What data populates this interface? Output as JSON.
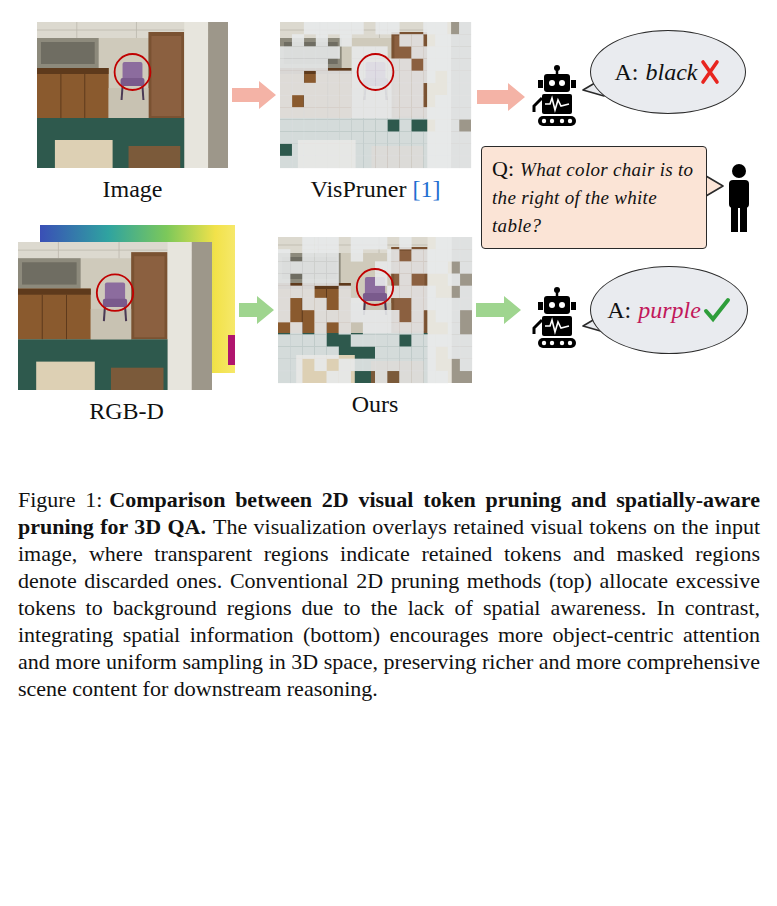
{
  "diagram": {
    "caption": "Comparison between 2D visual token pruning and spatially-aware pruning for 3D QA.",
    "nodes": [
      {
        "text": [
          "Image"
        ]
      },
      {
        "text": [
          "VisPruner",
          "[1]"
        ]
      },
      {
        "text": [
          "A:",
          "black"
        ]
      },
      {
        "text": [
          "Q:",
          "What color chair is to the right of the white table?"
        ]
      },
      {
        "text": [
          "RGB-D"
        ]
      },
      {
        "text": [
          "Ours"
        ]
      },
      {
        "text": [
          "A:",
          "purple"
        ]
      }
    ],
    "edges": [
      {
        "from": 0,
        "to": 1,
        "arrow": "to"
      },
      {
        "from": 4,
        "to": 5,
        "arrow": "to"
      }
    ],
    "labels": [
      "Figure 1:",
      "The visualization overlays retained visual tokens on the input image, where transparent regions indicate retained tokens and masked regions denote discarded ones. Conventional 2D pruning methods (top) allocate excessive tokens to background regions due to the lack of spatial awareness. In contrast, integrating spatial information (bottom) encourages more object-centric attention and more uniform sampling in 3D space, preserving richer and more comprehensive scene content for downstream reasoning."
    ]
  }
}
